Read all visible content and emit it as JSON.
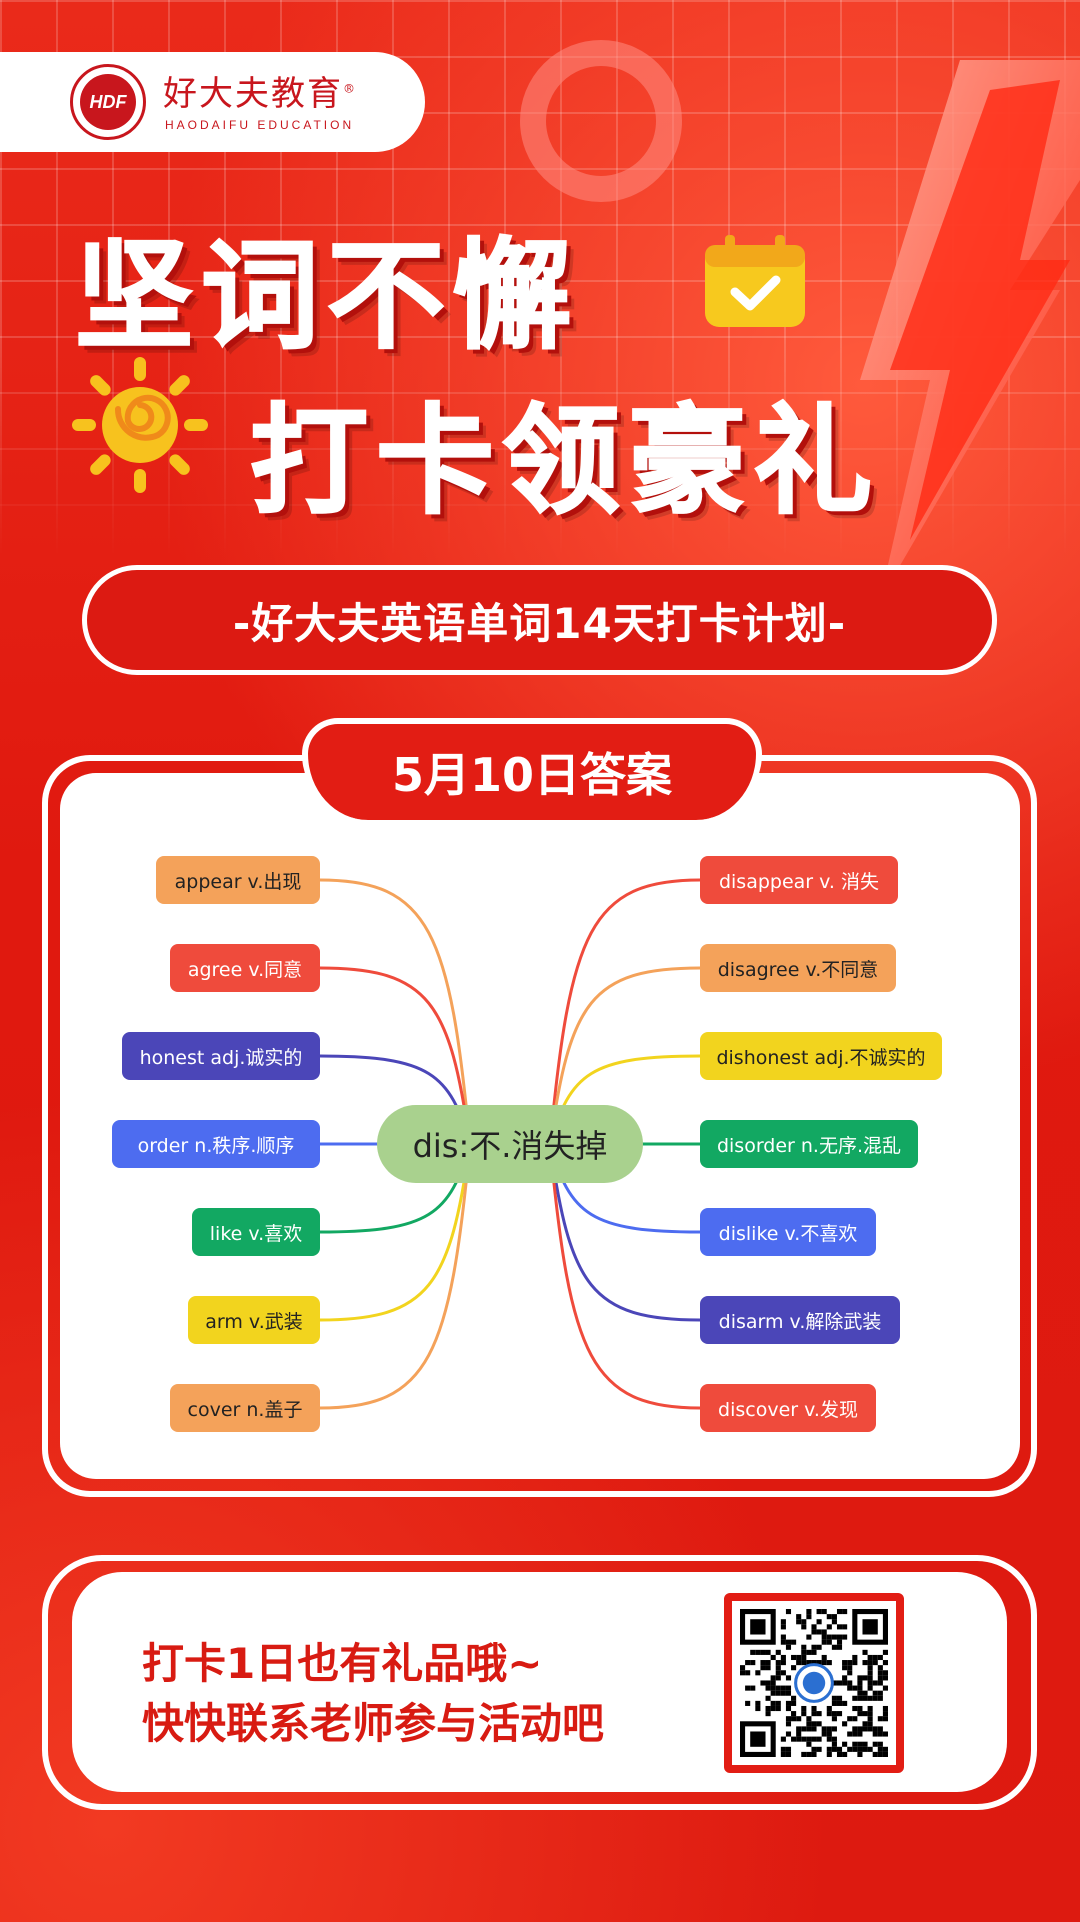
{
  "brand": {
    "name_cn": "好大夫教育",
    "registered": "®",
    "name_en": "HAODAIFU EDUCATION",
    "badge_text": "HDF"
  },
  "headline": {
    "line1": "坚词不懈",
    "line2": "打卡领豪礼"
  },
  "subtitle": "-好大夫英语单词14天打卡计划-",
  "answer_card": {
    "tab_title": "5月10日答案",
    "center": "dis:不.消失掉",
    "left_items": [
      {
        "text": "appear v.出现",
        "color": "#f4a25a"
      },
      {
        "text": "agree v.同意",
        "color": "#ef4b3c"
      },
      {
        "text": "honest adj.诚实的",
        "color": "#4b46b8"
      },
      {
        "text": "order n.秩序.顺序",
        "color": "#4d6cf0"
      },
      {
        "text": "like v.喜欢",
        "color": "#12a862"
      },
      {
        "text": "arm v.武装",
        "color": "#f2d41e"
      },
      {
        "text": "cover n.盖子",
        "color": "#f4a25a"
      }
    ],
    "right_items": [
      {
        "text": "disappear v. 消失",
        "color": "#ef4b3c"
      },
      {
        "text": "disagree v.不同意",
        "color": "#f4a25a"
      },
      {
        "text": "dishonest adj.不诚实的",
        "color": "#f2d41e"
      },
      {
        "text": "disorder n.无序.混乱",
        "color": "#12a862"
      },
      {
        "text": "dislike v.不喜欢",
        "color": "#4d6cf0"
      },
      {
        "text": "disarm v.解除武装",
        "color": "#4b46b8"
      },
      {
        "text": "discover v.发现",
        "color": "#ef4b3c"
      }
    ]
  },
  "footer": {
    "line1": "打卡1日也有礼品哦~",
    "line2": "快快联系老师参与活动吧"
  },
  "colors": {
    "primary_red": "#e21d14",
    "white": "#ffffff",
    "center_green": "#a9d18e"
  }
}
